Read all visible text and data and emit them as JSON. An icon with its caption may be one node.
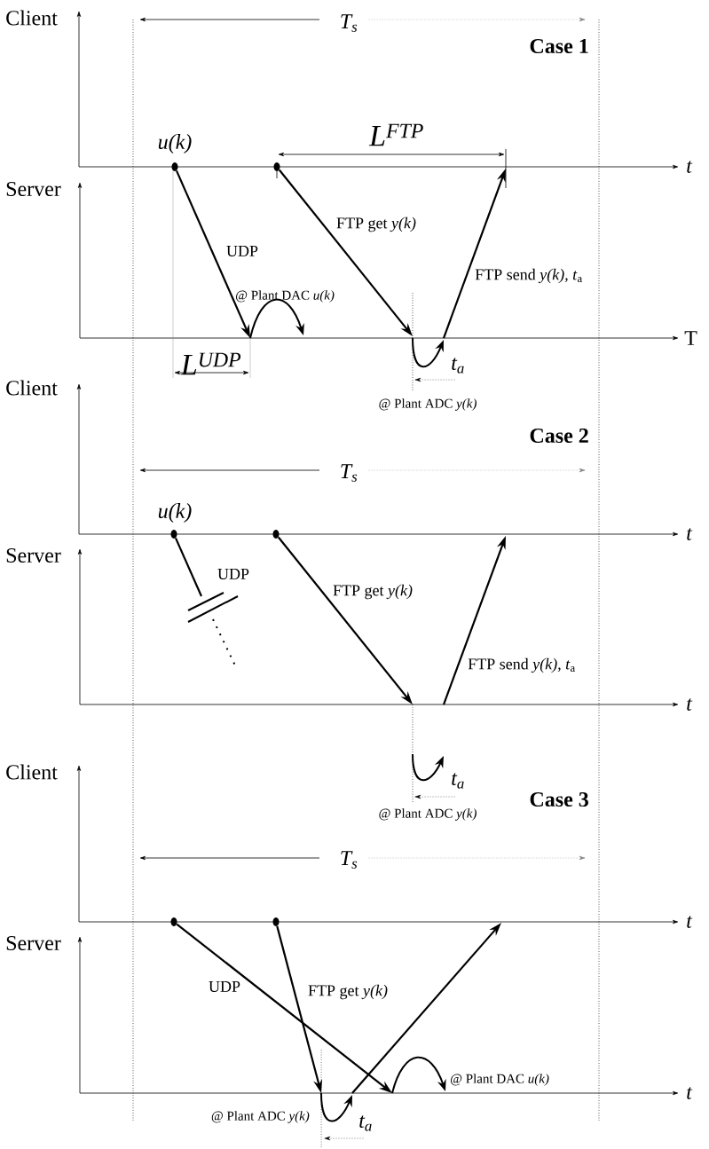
{
  "diagram": {
    "nodes": [
      {
        "text": [],
        "shape": "circle"
      },
      {
        "text": [],
        "shape": "circle"
      },
      {
        "text": [],
        "shape": "circle"
      },
      {
        "text": [],
        "shape": "circle"
      },
      {
        "text": [],
        "shape": "circle"
      },
      {
        "text": [],
        "shape": "circle"
      }
    ],
    "edges": [
      {
        "from": 0,
        "to": null,
        "arrow": "to",
        "label": "UDP"
      },
      {
        "from": 1,
        "to": null,
        "arrow": "to",
        "label": "FTP get *y(k)*"
      },
      {
        "from": 2,
        "to": null,
        "arrow": "none",
        "label": "UDP"
      },
      {
        "from": 3,
        "to": null,
        "arrow": "to",
        "label": "FTP get *y(k)*"
      },
      {
        "from": 4,
        "to": null,
        "arrow": "to",
        "label": "UDP"
      },
      {
        "from": 5,
        "to": null,
        "arrow": "to",
        "label": "FTP get *y(k)*"
      }
    ],
    "labels": [
      "Client",
      "T$_{s}$",
      "Case 1",
      "L$^{FTP}$",
      "u(k)",
      "t",
      "Server",
      "FTP send  *y(k), t*$_{a}$",
      "@ Plant DAC *u(k)*",
      "T",
      "L$^{UDP}$",
      "t$_{a}$",
      "@ Plant ADC *y(k)*",
      "Client",
      "Case 2",
      "T$_{s}$",
      "u(k)",
      "t",
      "Server",
      "FTP send  *y(k), t*$_{a}$",
      "t",
      "t$_{a}$",
      "@ Plant ADC *y(k)*",
      "Client",
      "Case 3",
      "T$_{s}$",
      "t",
      "Server",
      "@ Plant DAC *u(k)*",
      "t",
      "@ Plant ADC *y(k)*",
      "t$_{a}$"
    ]
  }
}
